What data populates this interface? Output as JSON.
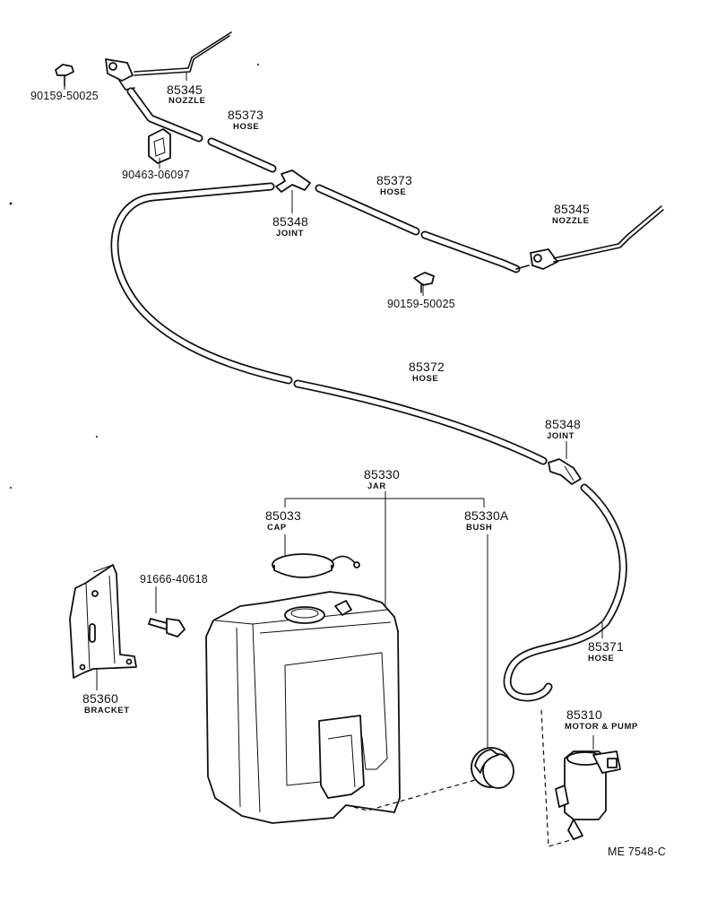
{
  "diagram_ref": "ME 7548-C",
  "parts": {
    "nozzle_left": {
      "number": "85345",
      "name": "NOZZLE"
    },
    "nozzle_right": {
      "number": "85345",
      "name": "NOZZLE"
    },
    "screw_left": {
      "number": "90159-50025"
    },
    "screw_right": {
      "number": "90159-50025"
    },
    "grommet": {
      "number": "90463-06097"
    },
    "hose_upper_left": {
      "number": "85373",
      "name": "HOSE"
    },
    "hose_upper_right": {
      "number": "85373",
      "name": "HOSE"
    },
    "joint_upper": {
      "number": "85348",
      "name": "JOINT"
    },
    "hose_long": {
      "number": "85372",
      "name": "HOSE"
    },
    "joint_lower": {
      "number": "85348",
      "name": "JOINT"
    },
    "hose_pump": {
      "number": "85371",
      "name": "HOSE"
    },
    "jar": {
      "number": "85330",
      "name": "JAR"
    },
    "cap": {
      "number": "85033",
      "name": "CAP"
    },
    "bush": {
      "number": "85330A",
      "name": "BUSH"
    },
    "bolt": {
      "number": "91666-40618"
    },
    "bracket": {
      "number": "85360",
      "name": "BRACKET"
    },
    "motor_pump": {
      "number": "85310",
      "name": "MOTOR & PUMP"
    }
  }
}
